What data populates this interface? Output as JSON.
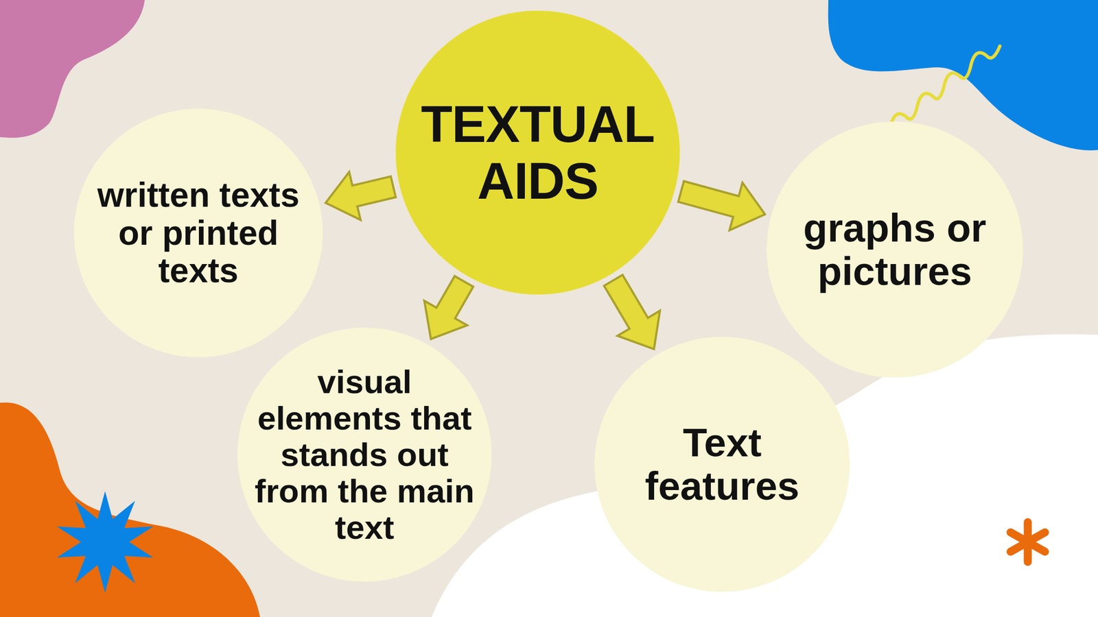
{
  "diagram": {
    "nodes": [
      {
        "text": [
          "TEXTUAL AIDS"
        ]
      },
      {
        "text": [
          "written texts or printed texts"
        ]
      },
      {
        "text": [
          "graphs or pictures"
        ]
      },
      {
        "text": [
          "visual elements that stands out from the main text"
        ]
      },
      {
        "text": [
          "Text features"
        ]
      }
    ],
    "edges": [
      {
        "from": 0,
        "to": 1,
        "arrow": "to"
      },
      {
        "from": 0,
        "to": 2,
        "arrow": "to"
      },
      {
        "from": 0,
        "to": 3,
        "arrow": "to"
      },
      {
        "from": 0,
        "to": 4,
        "arrow": "to"
      }
    ]
  }
}
